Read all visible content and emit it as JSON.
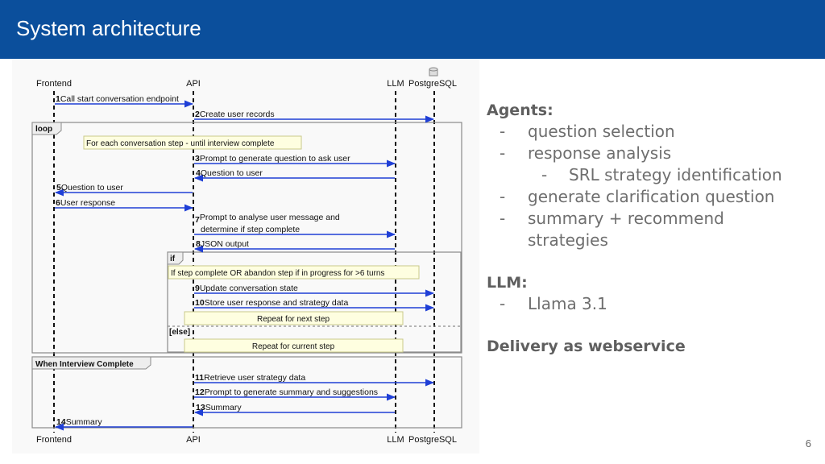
{
  "slide": {
    "title": "System architecture",
    "page_number": "6"
  },
  "diagram": {
    "participants": {
      "frontend": "Frontend",
      "api": "API",
      "llm": "LLM",
      "db": "PostgreSQL"
    },
    "messages": [
      {
        "num": "1",
        "text": "Call start conversation endpoint"
      },
      {
        "num": "2",
        "text": "Create user records"
      },
      {
        "num": "3",
        "text": "Prompt to generate question to ask user"
      },
      {
        "num": "4",
        "text": "Question to user"
      },
      {
        "num": "5",
        "text": "Question to user"
      },
      {
        "num": "6",
        "text": "User response"
      },
      {
        "num": "7",
        "text": "Prompt to analyse user message and",
        "text2": "determine if step complete"
      },
      {
        "num": "8",
        "text": "JSON output"
      },
      {
        "num": "9",
        "text": "Update conversation state"
      },
      {
        "num": "10",
        "text": "Store user response and strategy data"
      },
      {
        "num": "11",
        "text": "Retrieve user strategy data"
      },
      {
        "num": "12",
        "text": "Prompt to generate summary and suggestions"
      },
      {
        "num": "13",
        "text": "Summary"
      },
      {
        "num": "14",
        "text": "Summary"
      }
    ],
    "frames": {
      "loop": "loop",
      "if": "if",
      "else": "[else]",
      "complete": "When Interview Complete"
    },
    "notes": {
      "loop_note": "For each conversation step - until interview complete",
      "if_condition": "If step complete OR abandon step if in progress for  >6 turns",
      "repeat_next": "Repeat for next step",
      "repeat_current": "Repeat for current step"
    }
  },
  "side": {
    "agents_heading": "Agents:",
    "agents": [
      "question selection",
      "response analysis",
      "SRL strategy identification",
      "generate clarification question",
      "summary + recommend",
      "strategies"
    ],
    "dash": "-",
    "llm_heading": "LLM:",
    "llm": [
      "Llama 3.1"
    ],
    "delivery": "Delivery as webservice"
  },
  "colors": {
    "header": "#0b4f9c",
    "arrow": "#1f3fd6",
    "note_fill": "#fefee0",
    "frame": "#8a8a8a"
  }
}
